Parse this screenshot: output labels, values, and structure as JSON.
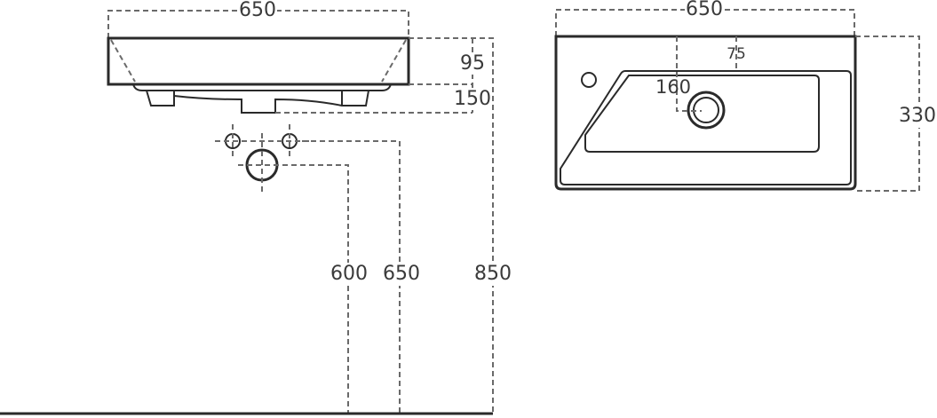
{
  "front_view": {
    "width_label": "650",
    "rim_height_label": "95",
    "total_height_label": "150",
    "drain_height_label": "600",
    "tap_height_label": "650",
    "top_height_label": "850"
  },
  "top_view": {
    "width_label": "650",
    "depth_label": "330",
    "drain_offset_label": "160",
    "bowl_offset_label": "75"
  }
}
